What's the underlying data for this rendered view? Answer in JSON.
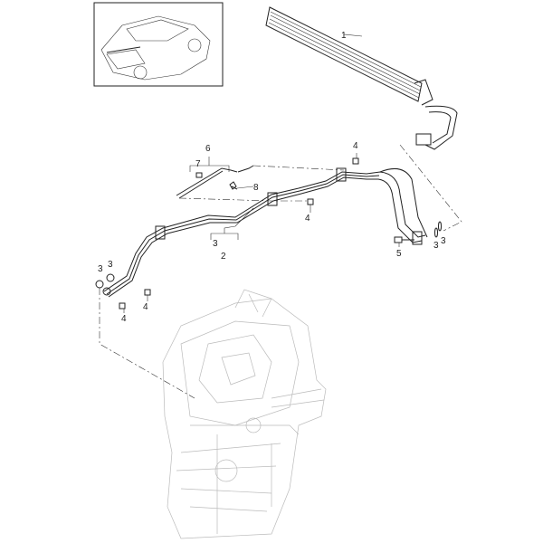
{
  "diagram": {
    "title": "Transmission oil cooler and lines",
    "callouts": {
      "radiator": "1",
      "line_assembly": "2",
      "seal_ring_mid": "3",
      "seal_ring_left_a": "3",
      "seal_ring_left_b": "3",
      "seal_ring_right_a": "3",
      "seal_ring_right_b": "3",
      "screw_top": "4",
      "screw_mid": "4",
      "screw_left_a": "4",
      "screw_left_b": "4",
      "bolt_right": "5",
      "bracket_assembly": "6",
      "nut": "7",
      "screw_bracket": "8"
    }
  }
}
